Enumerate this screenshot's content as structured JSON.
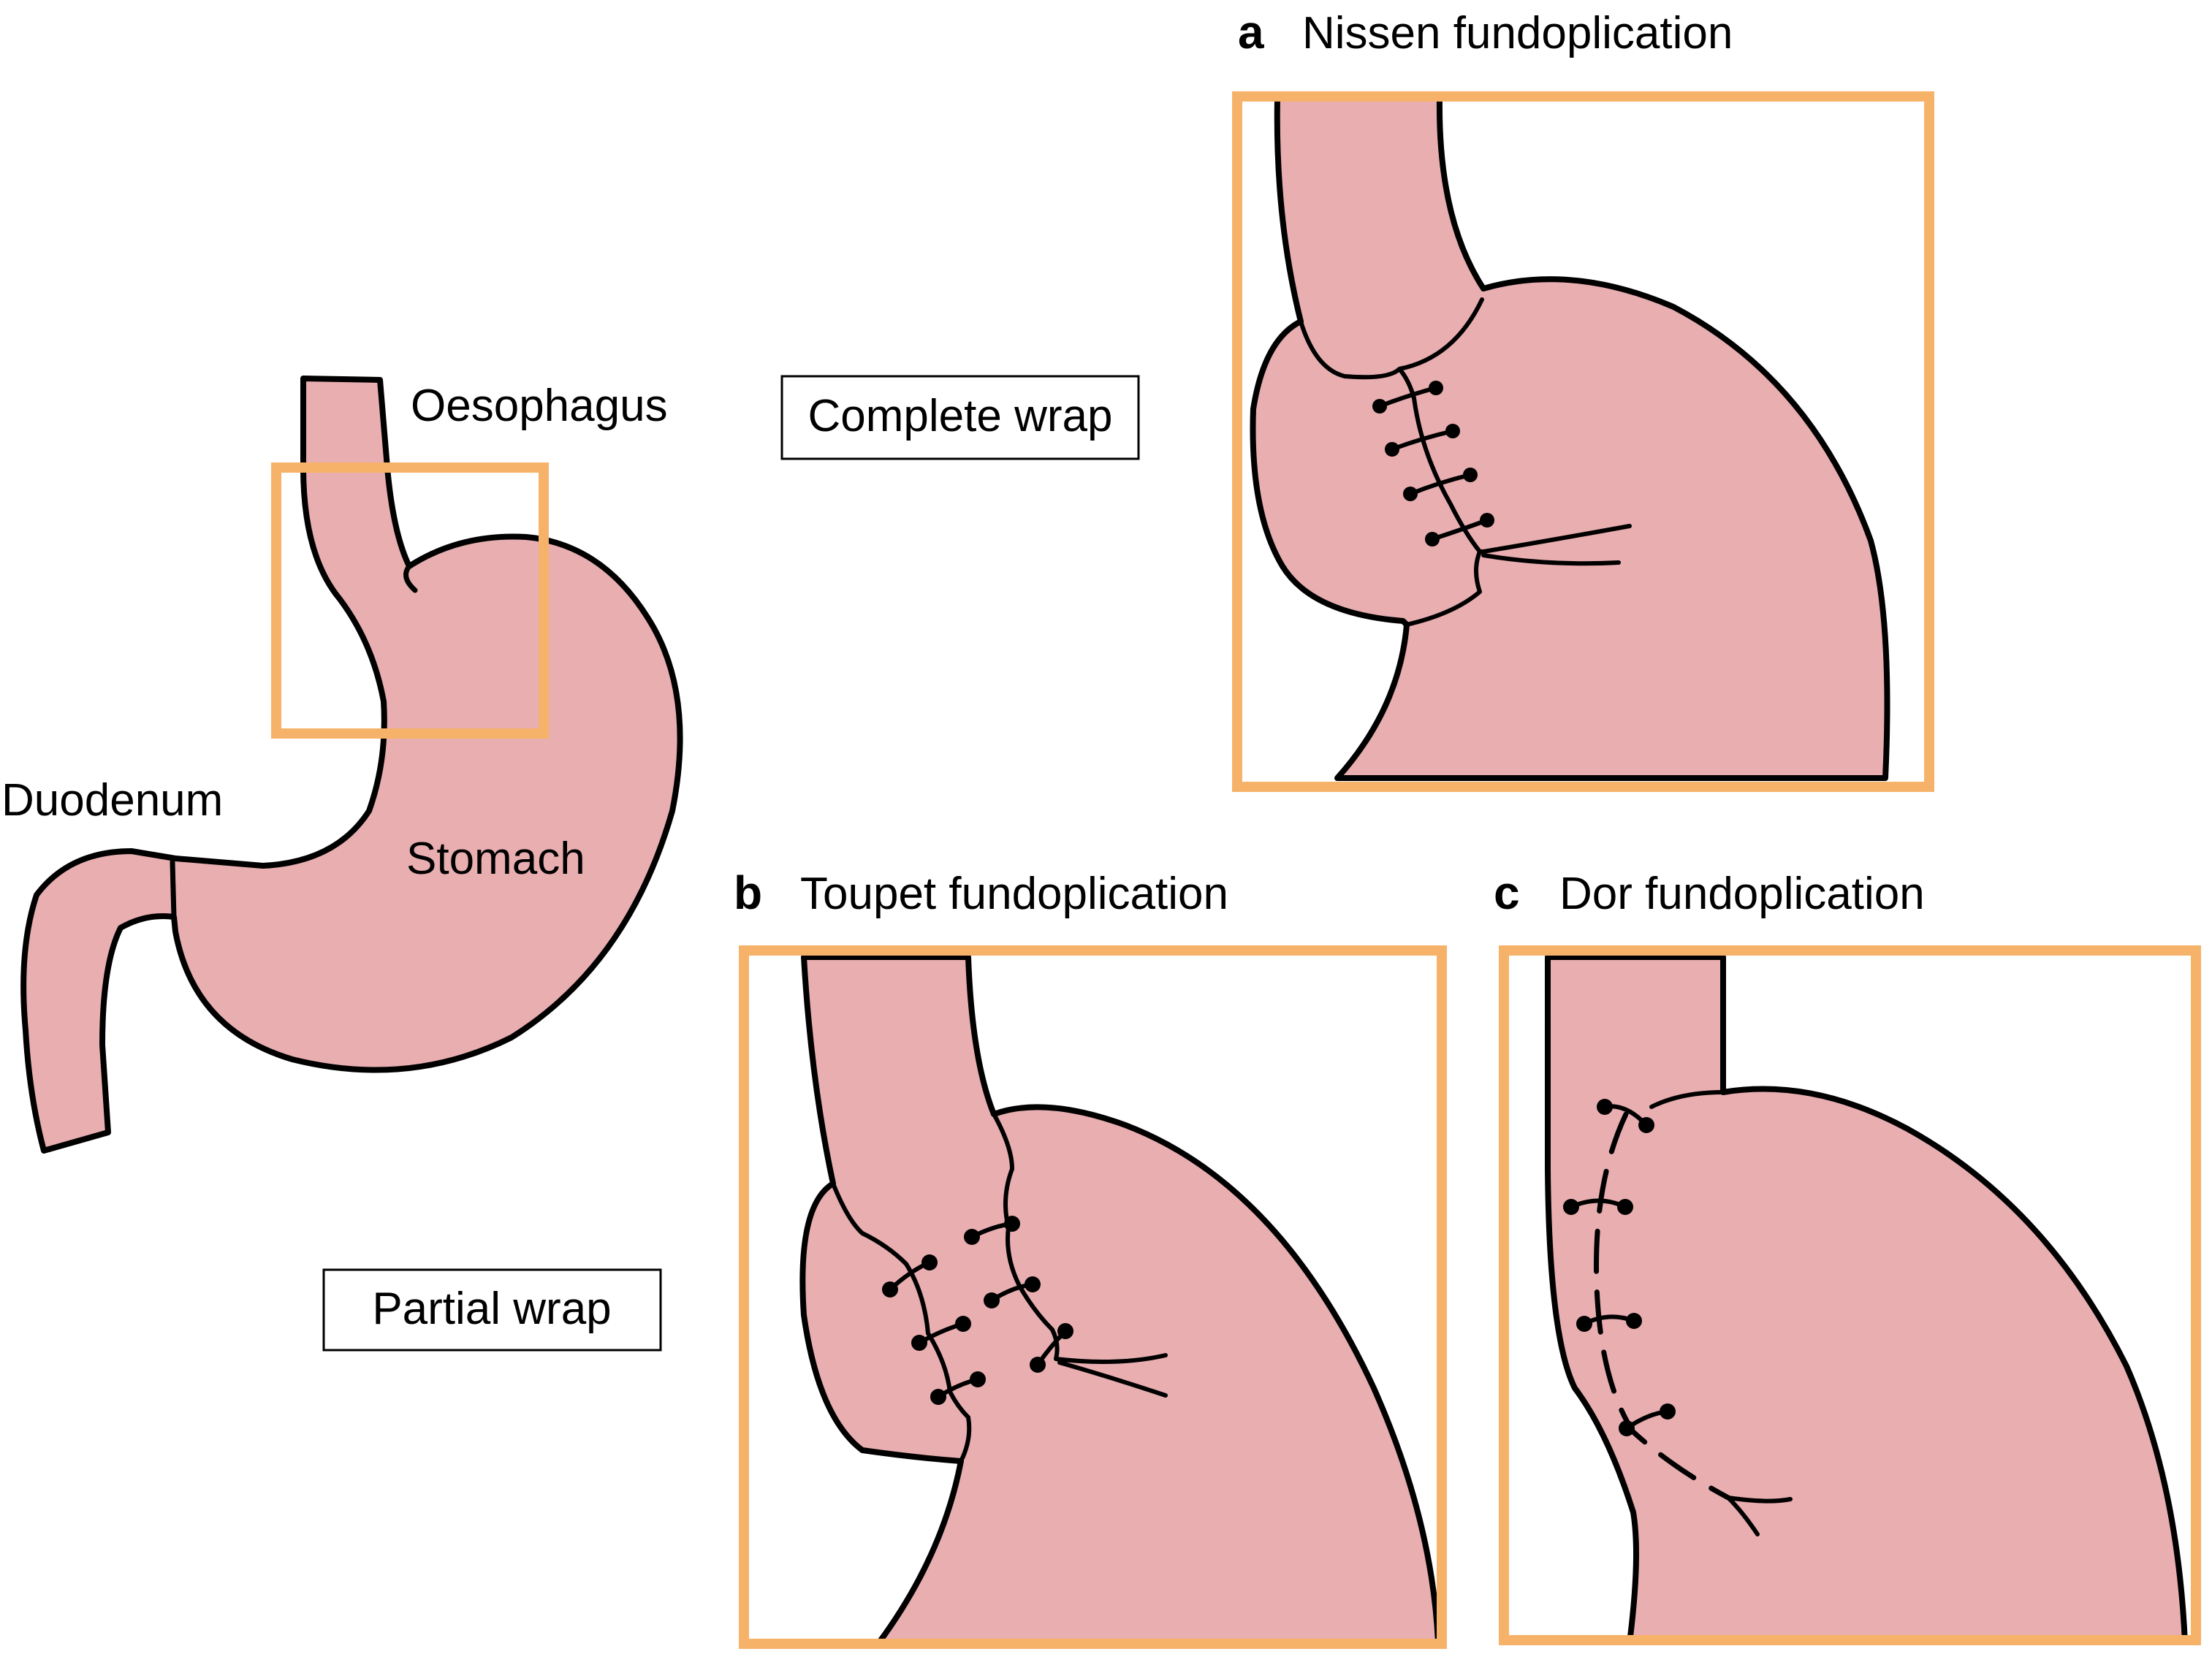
{
  "anatomy_labels": {
    "oesophagus": "Oesophagus",
    "duodenum": "Duodenum",
    "stomach": "Stomach"
  },
  "wrap_types": {
    "complete": "Complete wrap",
    "partial": "Partial wrap"
  },
  "panels": {
    "a": {
      "letter": "a",
      "title": "Nissen fundoplication"
    },
    "b": {
      "letter": "b",
      "title": "Toupet fundoplication"
    },
    "c": {
      "letter": "c",
      "title": "Dor fundoplication"
    }
  },
  "colors": {
    "organ_fill": "#e8aeb0",
    "highlight_box": "#f7b26a",
    "outline": "#000000"
  }
}
